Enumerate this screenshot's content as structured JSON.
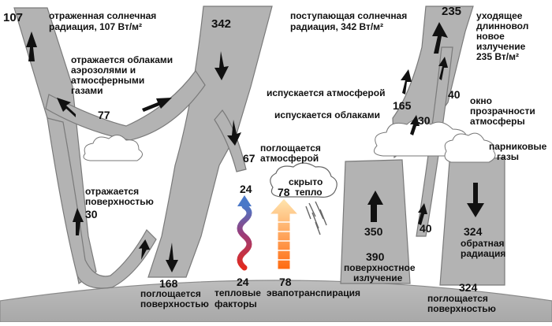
{
  "reflected_solar": {
    "value": "107",
    "text1": "отраженная солнечная",
    "text2": "радиация",
    "text2_value": "107 Вт/м²"
  },
  "incoming_solar": {
    "value": "342",
    "text1": "поступающая солнечная",
    "text2": "радиация",
    "text2_value": "342 Вт/м²"
  },
  "outgoing_lw": {
    "value": "235",
    "lines": [
      "уходящее",
      "длинновол",
      "новое",
      "излучение"
    ],
    "last_value": "235 Вт/м²"
  },
  "reflected_clouds": {
    "value": "77",
    "lines": [
      "отражается облаками",
      "аэрозолями и",
      "атмосферными",
      "газами"
    ]
  },
  "absorbed_atmosphere": {
    "value": "67",
    "lines": [
      "поглощается",
      "атмосферой"
    ]
  },
  "reflected_surface": {
    "value": "30",
    "lines": [
      "отражается",
      "поверхностью"
    ]
  },
  "absorbed_surface": {
    "value": "168",
    "lines": [
      "поглощается",
      "поверхностью"
    ]
  },
  "emitted_atmosphere": {
    "value": "165",
    "text": "испускается атмосферой"
  },
  "emitted_clouds": {
    "value": "30",
    "text": "испускается облаками"
  },
  "window": {
    "value_top": "40",
    "value_bottom": "40",
    "lines": [
      "окно",
      "прозрачности",
      "атмосферы"
    ]
  },
  "greenhouse": {
    "lines": [
      "парниковые",
      "газы"
    ]
  },
  "latent": {
    "value_top": "78",
    "value_bottom": "78",
    "cloud_lines": [
      "скрыто",
      "тепло"
    ],
    "text": "эвапотранспирация"
  },
  "thermals": {
    "value_top": "24",
    "value_bottom": "24",
    "lines": [
      "тепловые",
      "факторы"
    ]
  },
  "surface_radiation": {
    "value_a": "350",
    "value_b": "390",
    "lines": [
      "поверхностное",
      "излучение"
    ]
  },
  "back_radiation": {
    "value": "324",
    "lines": [
      "обратная",
      "радиация"
    ]
  },
  "absorbed_surface_back": {
    "value": "324",
    "lines": [
      "поглощается",
      "поверхностью"
    ]
  },
  "colors": {
    "band": "#b3b3b3",
    "band_stroke": "#7a7a7a",
    "ground": "#b8b8b8",
    "arrow": "#111111",
    "thermal_top": "#4a78c8",
    "thermal_bottom": "#e22a1e",
    "latent_top": "#ffe0a0",
    "latent_bottom": "#ff7a1a"
  }
}
